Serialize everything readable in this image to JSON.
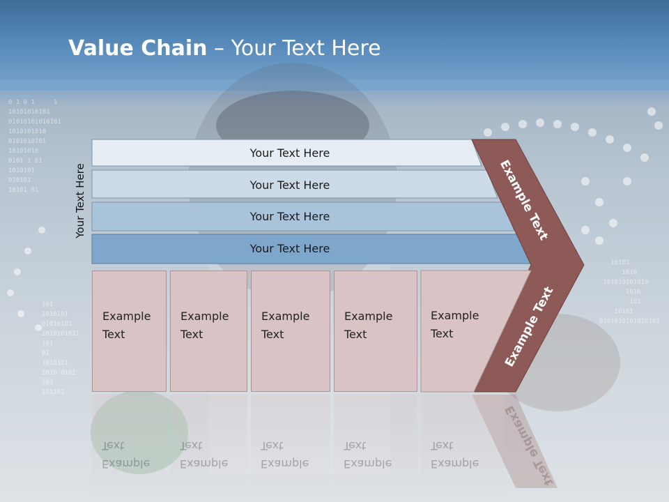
{
  "slide": {
    "title_bold": "Value Chain",
    "title_rest": " – Your Text Here",
    "side_label": "Your Text Here",
    "bars": [
      {
        "label": "Your Text Here"
      },
      {
        "label": "Your Text Here"
      },
      {
        "label": "Your Text Here"
      },
      {
        "label": "Your Text Here"
      }
    ],
    "columns": [
      {
        "label": "Example\nText"
      },
      {
        "label": "Example\nText"
      },
      {
        "label": "Example\nText"
      },
      {
        "label": "Example\nText"
      },
      {
        "label": "Example\nText"
      }
    ],
    "arrow_top": "Example Text",
    "arrow_bottom": "Example Text",
    "colors": {
      "bar1": "#e6edf4",
      "bar2": "#cddbe8",
      "bar3": "#a9c3db",
      "bar4": "#7fa6cb",
      "column": "#d9c3c4",
      "chevron": "#8e5a58",
      "header": "#4f83b2"
    }
  }
}
